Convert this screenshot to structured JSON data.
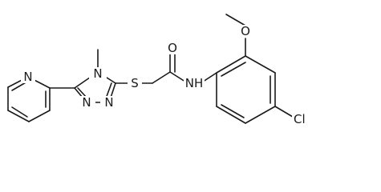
{
  "molecule": {
    "atoms": {
      "pyridine_n": "N",
      "triazole_n_methyl": "N",
      "methyl_group": "",
      "triazole_n_lower_left": "N",
      "triazole_n_lower_right": "N",
      "sulfur": "S",
      "carbonyl_oxygen": "O",
      "amide_nh": "NH",
      "methoxy_oxygen": "O",
      "chlorine": "Cl"
    }
  }
}
